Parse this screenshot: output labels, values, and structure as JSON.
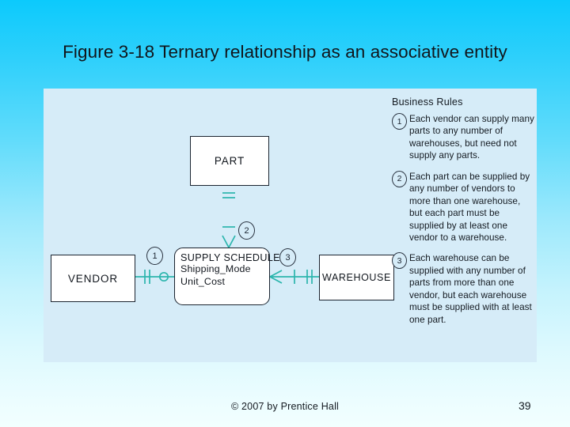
{
  "slide": {
    "title": "Figure 3-18 Ternary relationship as an associative entity",
    "footer": "© 2007 by Prentice Hall",
    "page_number": "39",
    "background_top_color": "#0ccafc",
    "background_bottom_color": "#f2ffff",
    "panel_color": "#d6ecf8"
  },
  "diagram": {
    "entities": [
      {
        "id": "part",
        "label": "PART",
        "shape": "rectangle"
      },
      {
        "id": "vendor",
        "label": "VENDOR",
        "shape": "rectangle"
      },
      {
        "id": "warehouse",
        "label": "WAREHOUSE",
        "shape": "rectangle"
      }
    ],
    "associative_entity": {
      "id": "supply-schedule",
      "label": "SUPPLY SCHEDULE",
      "shape": "rounded-rectangle",
      "attributes": [
        "Shipping_Mode",
        "Unit_Cost"
      ]
    },
    "line_color": "#2bb5ad",
    "border_color": "#1b2430",
    "markers": [
      {
        "id": "marker-1",
        "label": "1",
        "near": "vendor-relationship"
      },
      {
        "id": "marker-2",
        "label": "2",
        "near": "part-relationship"
      },
      {
        "id": "marker-3",
        "label": "3",
        "near": "warehouse-relationship"
      }
    ],
    "relationships": [
      {
        "from": "vendor",
        "to": "supply-schedule",
        "from_cardinality": "mandatory-one",
        "to_cardinality": "optional-many"
      },
      {
        "from": "part",
        "to": "supply-schedule",
        "from_cardinality": "mandatory-one",
        "to_cardinality": "mandatory-many"
      },
      {
        "from": "warehouse",
        "to": "supply-schedule",
        "from_cardinality": "mandatory-one",
        "to_cardinality": "mandatory-many"
      }
    ]
  },
  "business_rules": {
    "heading": "Business Rules",
    "items": [
      {
        "number": "1",
        "text": "Each vendor can supply many parts to any number of warehouses, but need not supply any parts."
      },
      {
        "number": "2",
        "text": "Each part can be supplied by any number of vendors to more than one warehouse, but each part must be supplied by at least one vendor to a warehouse."
      },
      {
        "number": "3",
        "text": "Each warehouse can be supplied with any number of parts from more than one vendor, but each warehouse must be supplied with at least one part."
      }
    ]
  }
}
